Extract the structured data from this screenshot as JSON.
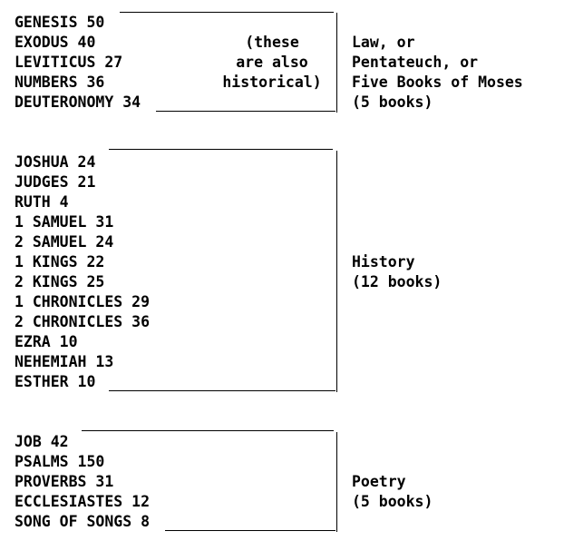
{
  "law": {
    "books": [
      "GENESIS 50",
      "EXODUS 40",
      "LEVITICUS 27",
      "NUMBERS 36",
      "DEUTERONOMY 34"
    ],
    "note": [
      "(these",
      "are also",
      "historical)"
    ],
    "label": [
      "Law, or",
      "Pentateuch, or",
      "Five Books of Moses",
      "(5 books)"
    ]
  },
  "history": {
    "books": [
      "JOSHUA 24",
      "JUDGES 21",
      "RUTH 4",
      "1 SAMUEL 31",
      "2 SAMUEL 24",
      "1 KINGS 22",
      "2 KINGS 25",
      "1 CHRONICLES 29",
      "2 CHRONICLES 36",
      "EZRA 10",
      "NEHEMIAH 13",
      "ESTHER 10"
    ],
    "label": [
      "History",
      "(12 books)"
    ]
  },
  "poetry": {
    "books": [
      "JOB 42",
      "PSALMS 150",
      "PROVERBS 31",
      "ECCLESIASTES 12",
      "SONG OF SONGS 8"
    ],
    "label": [
      "Poetry",
      "(5 books)"
    ]
  }
}
